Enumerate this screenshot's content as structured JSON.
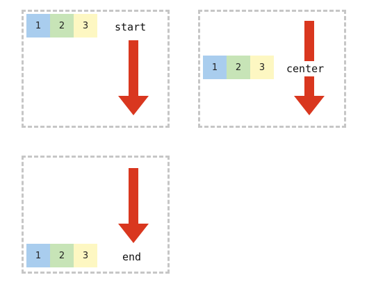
{
  "colors": {
    "item_1": "#a9cdee",
    "item_2": "#c7e4b7",
    "item_3": "#fdf7c2",
    "arrow": "#d9371f",
    "border": "#c6c6c6"
  },
  "panels": [
    {
      "id": "start",
      "label": "start",
      "items": [
        "1",
        "2",
        "3"
      ]
    },
    {
      "id": "center",
      "label": "center",
      "items": [
        "1",
        "2",
        "3"
      ]
    },
    {
      "id": "end",
      "label": "end",
      "items": [
        "1",
        "2",
        "3"
      ]
    }
  ]
}
